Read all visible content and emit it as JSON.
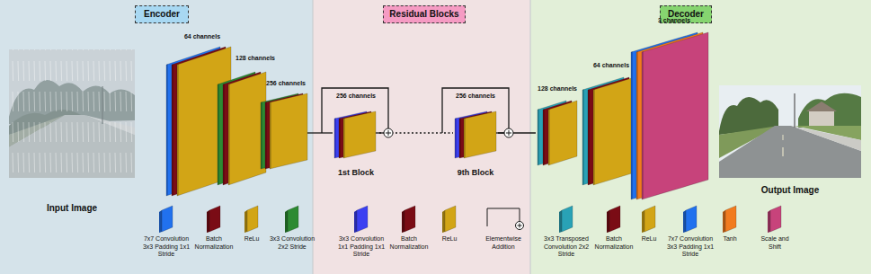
{
  "diagram": {
    "nodes": [
      {
        "text": [
          "Encoder"
        ]
      },
      {
        "text": [
          "Residual Blocks"
        ]
      },
      {
        "text": [
          "Decoder"
        ]
      },
      {
        "text": [
          "Input Image"
        ]
      },
      {
        "text": [
          "64 channels"
        ]
      },
      {
        "text": [
          "128 channels"
        ]
      },
      {
        "text": [
          "256 channels"
        ]
      },
      {
        "text": [
          "256 channels",
          "1st Block"
        ]
      },
      {
        "text": [
          "256 channels",
          "9th Block"
        ]
      },
      {
        "text": [
          "128 channels"
        ]
      },
      {
        "text": [
          "64 channels"
        ]
      },
      {
        "text": [
          "3 channels"
        ]
      },
      {
        "text": [
          "Output Image"
        ]
      }
    ],
    "edges": [
      {
        "from": 6,
        "to": 7,
        "arrow": "none"
      },
      {
        "from": 7,
        "to": 8,
        "arrow": "none"
      },
      {
        "from": 8,
        "to": 9,
        "arrow": "none"
      }
    ],
    "legend": [
      {
        "text": "7x7 Convolution 3x3 Padding 1x1 Stride",
        "color": "#2171ee"
      },
      {
        "text": "Batch Normalization",
        "color": "#7a0c15"
      },
      {
        "text": "ReLu",
        "color": "#d2a516"
      },
      {
        "text": "3x3 Convolution 2x2 Stride",
        "color": "#2d8a32"
      },
      {
        "text": "3x3 Convolution 1x1 Padding 1x1 Stride",
        "color": "#3b40f2"
      },
      {
        "text": "Batch Normalization",
        "color": "#7a0c15"
      },
      {
        "text": "ReLu",
        "color": "#d2a516"
      },
      {
        "text": "Elementwise Addition"
      },
      {
        "text": "3x3 Transposed Convolution 2x2 Stride",
        "color": "#29a2b6"
      },
      {
        "text": "Batch Normalization",
        "color": "#7a0c15"
      },
      {
        "text": "ReLu",
        "color": "#d2a516"
      },
      {
        "text": "7x7 Convolution 3x3 Padding 1x1 Stride",
        "color": "#2171ee"
      },
      {
        "text": "Tanh",
        "color": "#f17b1f"
      },
      {
        "text": "Scale and Shift",
        "color": "#c7437b"
      }
    ]
  }
}
